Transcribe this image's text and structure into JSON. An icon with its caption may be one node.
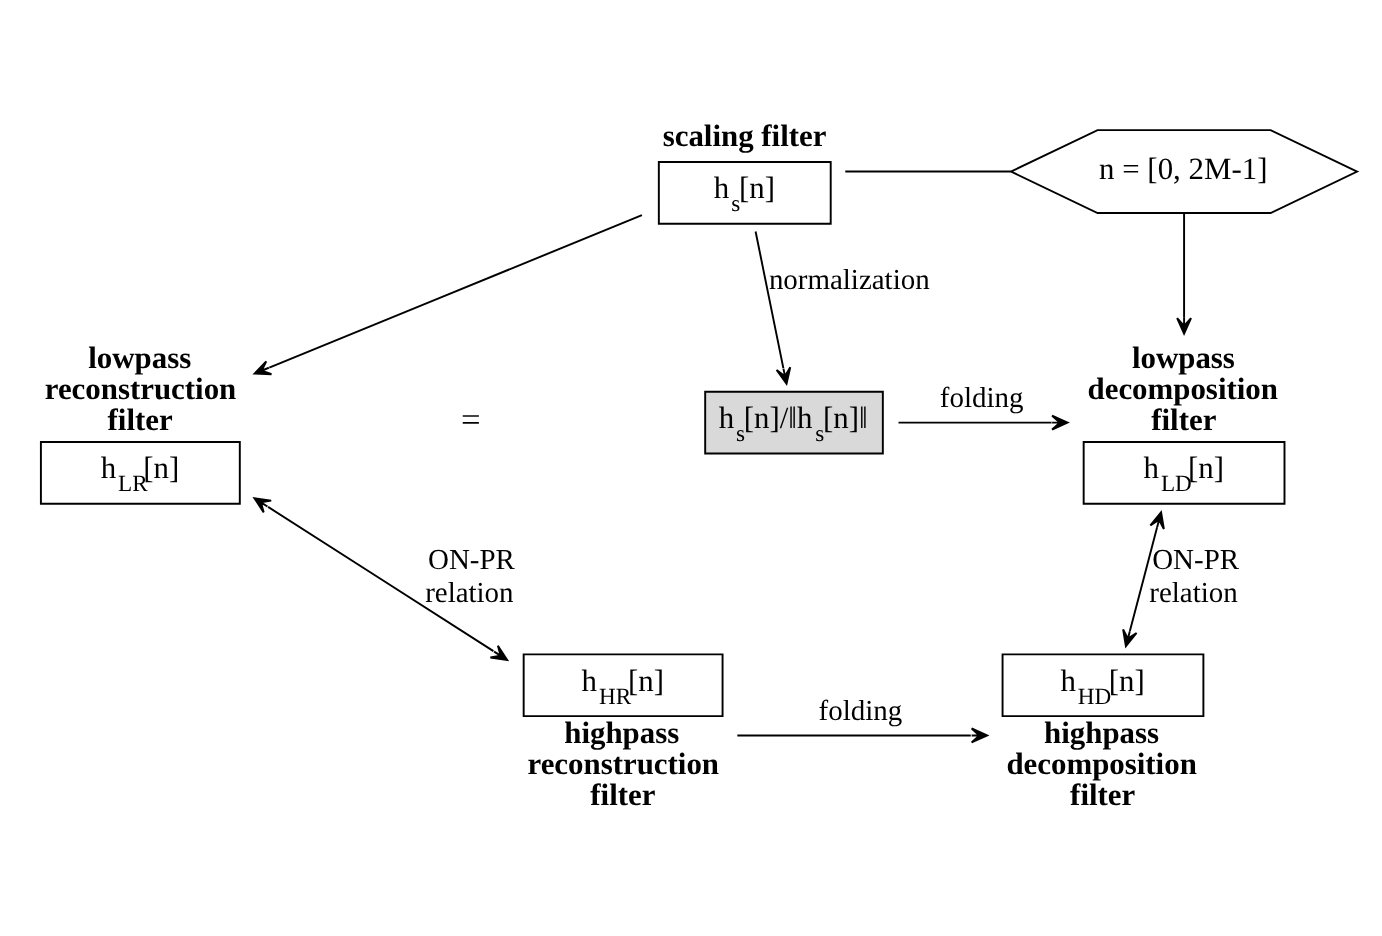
{
  "diagram": {
    "nodes": [
      {
        "text": [
          "scaling filter",
          "h$_{s}$[n]"
        ]
      },
      {
        "text": [
          "n = [0, 2M-1]"
        ]
      },
      {
        "text": [
          "lowpass reconstruction filter",
          "h$_{LR}$[n]"
        ]
      },
      {
        "text": [
          "h$_{s}$[n]/‖h$_{s}$[n]‖"
        ]
      },
      {
        "text": [
          "lowpass decomposition filter",
          "h$_{LD}$[n]"
        ]
      },
      {
        "text": [
          "h$_{HR}$[n]",
          "highpass reconstruction filter"
        ]
      },
      {
        "text": [
          "h$_{HD}$[n]",
          "highpass decomposition filter"
        ]
      }
    ],
    "edges": [
      {
        "from": 0,
        "to": 2,
        "arrow": "to"
      },
      {
        "from": 0,
        "to": 1,
        "arrow": "none"
      },
      {
        "from": 1,
        "to": 4,
        "arrow": "to"
      },
      {
        "from": 0,
        "to": 3,
        "arrow": "to",
        "label": "normalization"
      },
      {
        "from": 3,
        "to": 4,
        "arrow": "to",
        "label": "folding"
      },
      {
        "from": 2,
        "to": 5,
        "arrow": "both",
        "label": "ON-PR relation"
      },
      {
        "from": 4,
        "to": 6,
        "arrow": "both",
        "label": "ON-PR relation"
      },
      {
        "from": 5,
        "to": 6,
        "arrow": "to",
        "label": "folding"
      }
    ],
    "labels": [
      "="
    ]
  }
}
